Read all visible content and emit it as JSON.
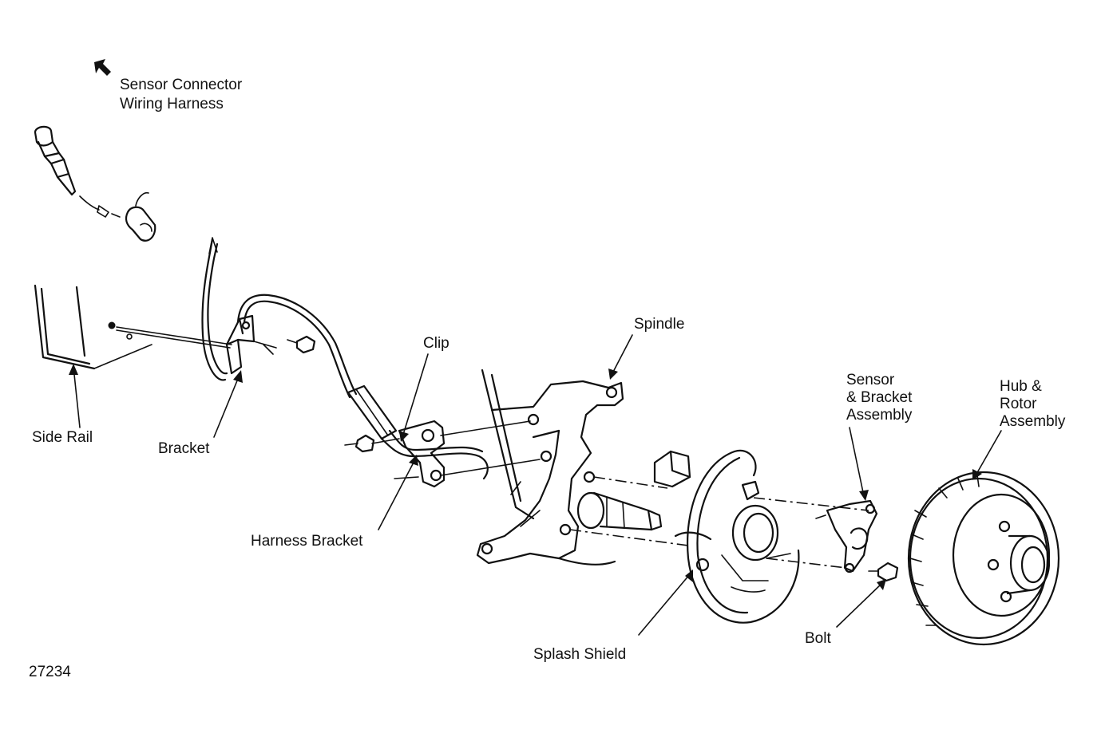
{
  "labels": {
    "sensor_connector_line1": "Sensor Connector",
    "sensor_connector_line2": "Wiring Harness",
    "side_rail": "Side Rail",
    "bracket": "Bracket",
    "clip": "Clip",
    "harness_bracket": "Harness Bracket",
    "spindle": "Spindle",
    "sensor_bracket_line1": "Sensor",
    "sensor_bracket_line2": "& Bracket",
    "sensor_bracket_line3": "Assembly",
    "hub_rotor_line1": "Hub &",
    "hub_rotor_line2": "Rotor",
    "hub_rotor_line3": "Assembly",
    "splash_shield": "Splash Shield",
    "bolt": "Bolt",
    "figure_number": "27234"
  },
  "colors": {
    "ink": "#111111",
    "paper": "#ffffff"
  },
  "icons": {
    "front_arrow": "front-direction-arrow-icon"
  }
}
